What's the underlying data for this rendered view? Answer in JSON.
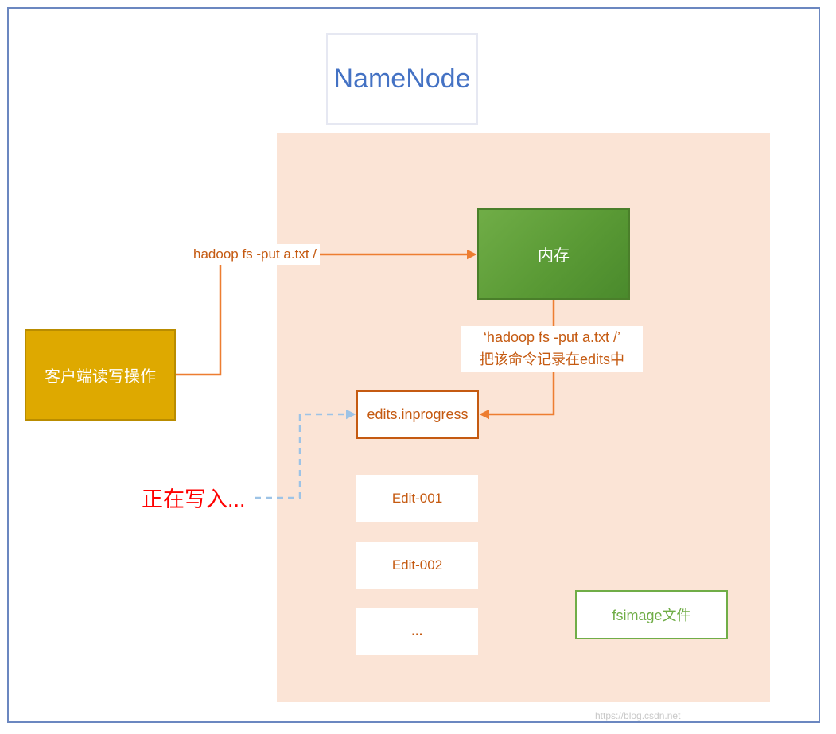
{
  "title": "NameNode",
  "client": {
    "label": "客户端读写操作"
  },
  "memory": {
    "label": "内存"
  },
  "command": {
    "label": "hadoop fs -put a.txt /"
  },
  "note": {
    "line1": "‘hadoop fs -put a.txt /’",
    "line2": "把该命令记录在edits中"
  },
  "edits_inprogress": {
    "label": "edits.inprogress"
  },
  "edit_files": [
    {
      "label": "Edit-001"
    },
    {
      "label": "Edit-002"
    },
    {
      "label": "..."
    }
  ],
  "fsimage": {
    "label": "fsimage文件"
  },
  "writing_status": {
    "label": "正在写入..."
  },
  "watermark": {
    "text": "https://blog.csdn.net"
  },
  "colors": {
    "frame": "#6b87c0",
    "title": "#4472c4",
    "panel": "#fbe4d6",
    "client": "#dea900",
    "memory": "#5a9a35",
    "accent_orange": "#c55a11",
    "arrow_orange": "#ed7d31",
    "dashed_blue": "#9dc3e6",
    "fsimage_green": "#70ad47",
    "writing_red": "#ff0000"
  }
}
